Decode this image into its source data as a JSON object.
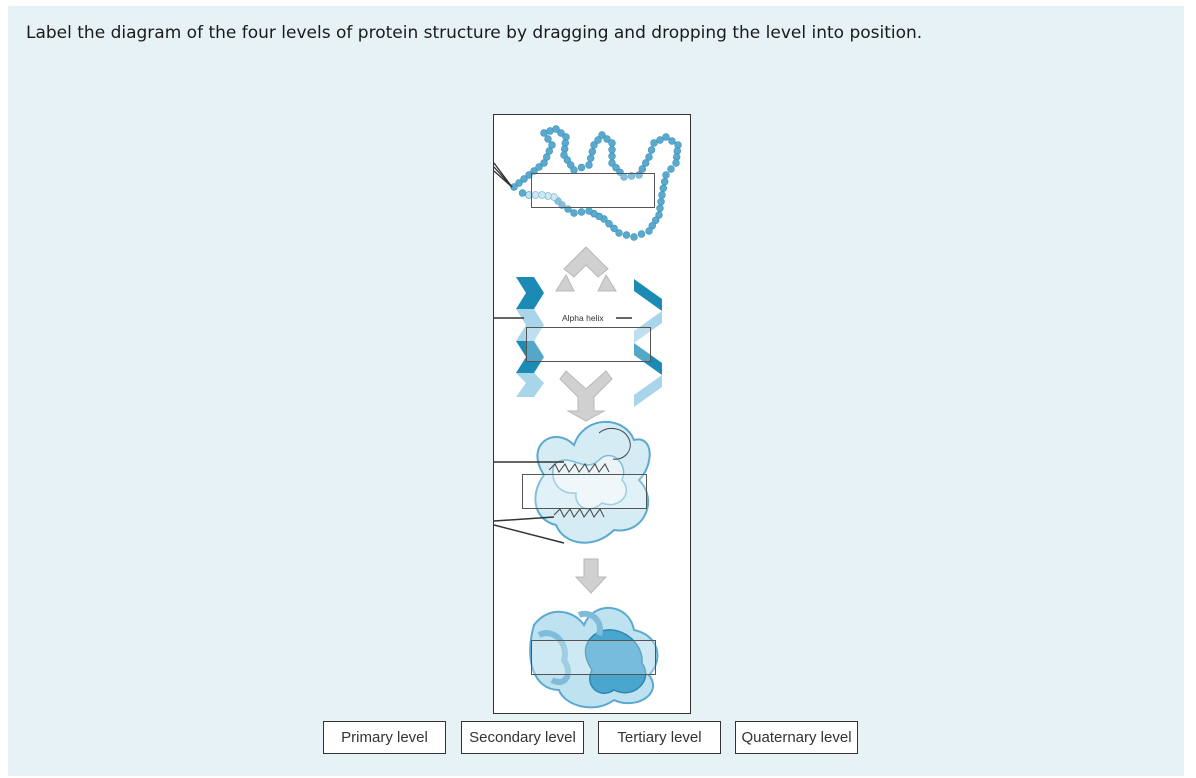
{
  "instruction": "Label the diagram of the four levels of protein structure by dragging and dropping the level into position.",
  "diagram": {
    "alpha_helix_label": "Alpha helix"
  },
  "labels": [
    {
      "text": "Primary level"
    },
    {
      "text": "Secondary level"
    },
    {
      "text": "Tertiary level"
    },
    {
      "text": "Quaternary level"
    }
  ],
  "colors": {
    "background": "#e6f2f5",
    "bead": "#5aaad0",
    "bead_light": "#bfe2f0",
    "ribbon_dark": "#1b8ab5",
    "ribbon_light": "#a8d5ea",
    "arrow": "#cccccc"
  }
}
